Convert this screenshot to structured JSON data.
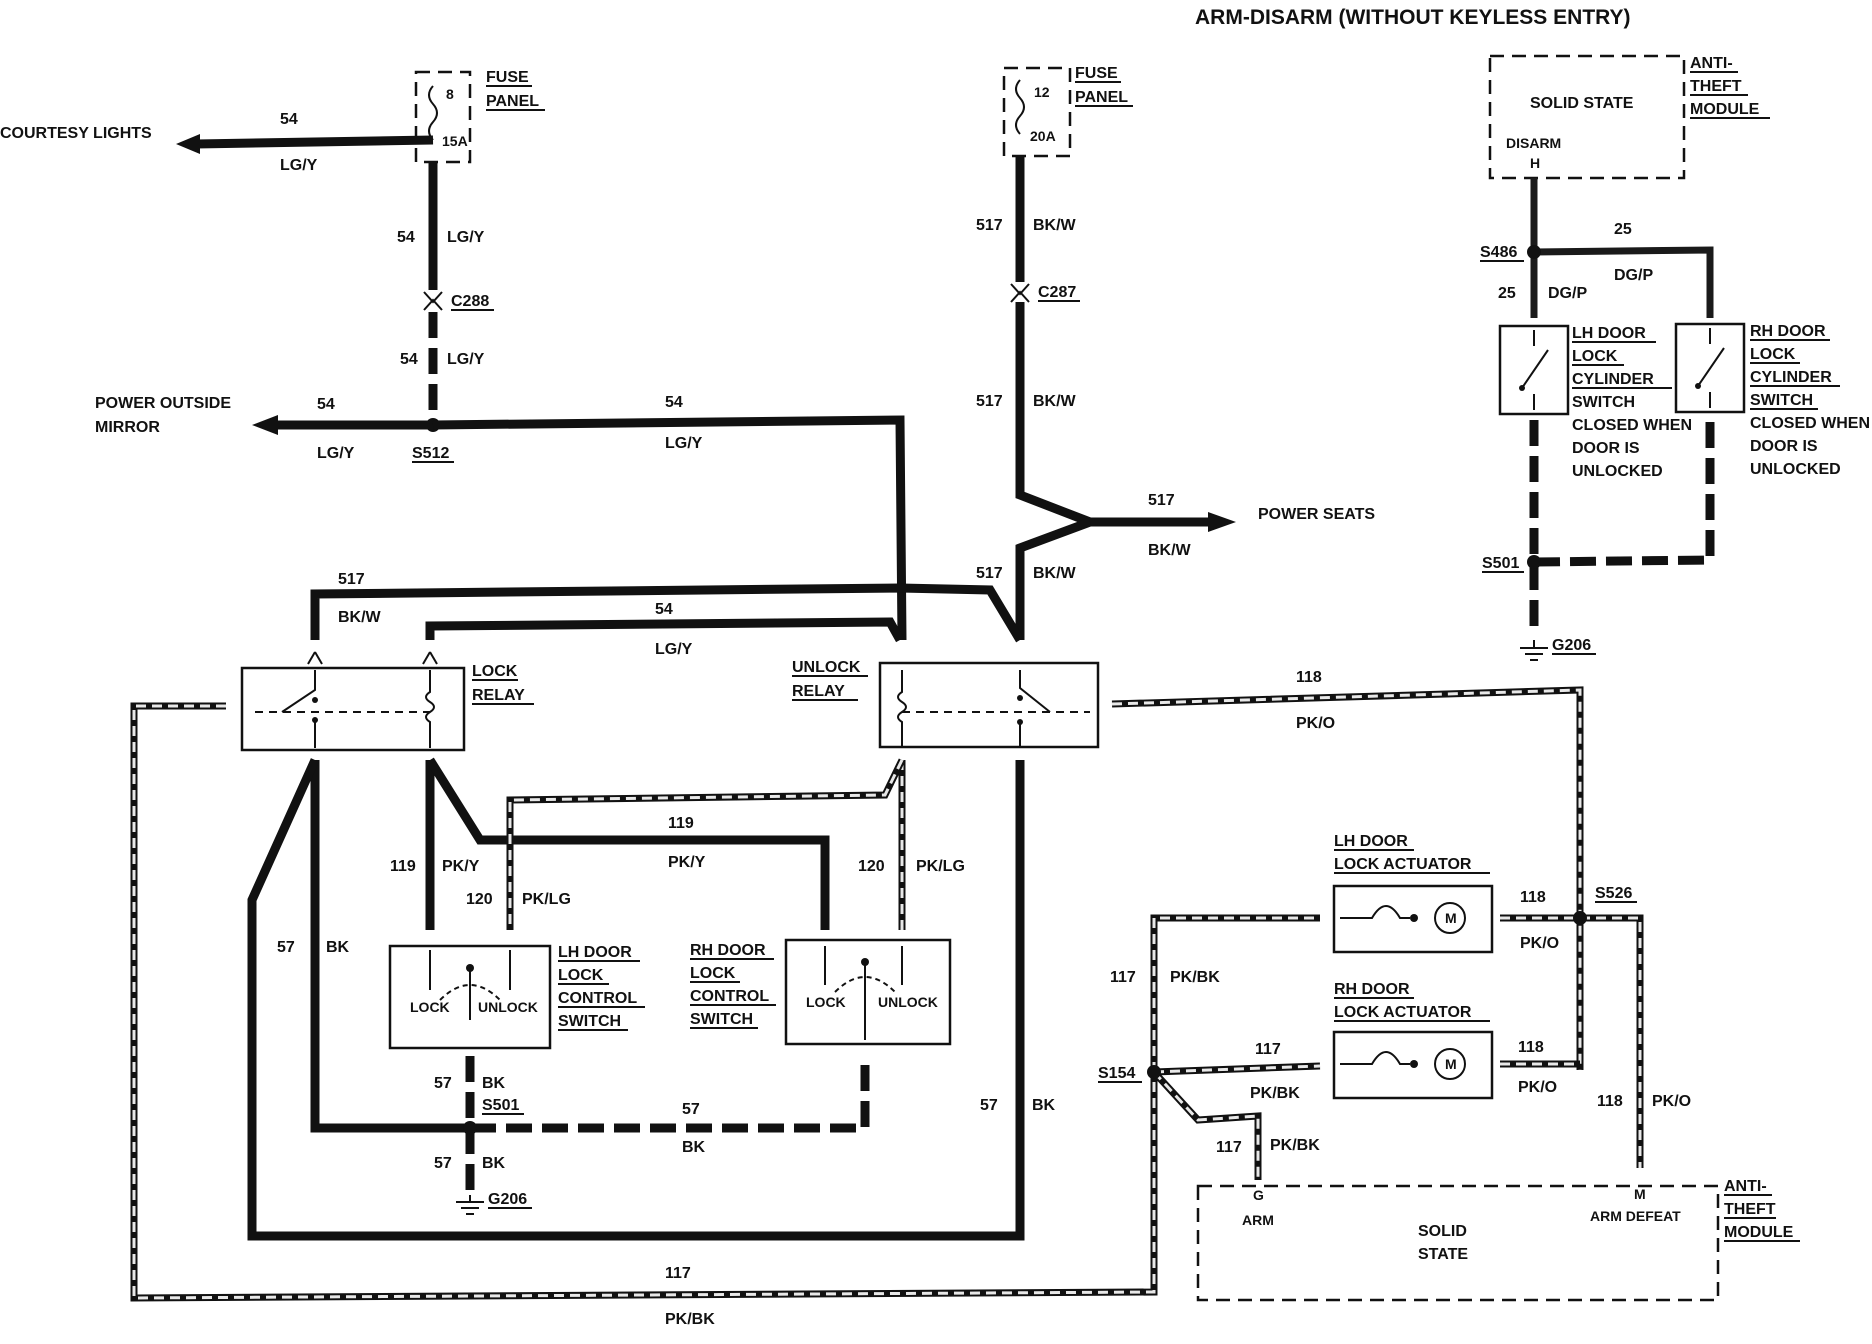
{
  "title": "ARM-DISARM (WITHOUT KEYLESS ENTRY)",
  "fuse_panel_left": {
    "label1": "FUSE",
    "label2": "PANEL",
    "fuse_no": "8",
    "rating": "15A"
  },
  "fuse_panel_center": {
    "label1": "FUSE",
    "label2": "PANEL",
    "fuse_no": "12",
    "rating": "20A"
  },
  "destinations": {
    "courtesy_lights": "COURTESY LIGHTS",
    "power_outside_mirror_1": "POWER OUTSIDE",
    "power_outside_mirror_2": "MIRROR",
    "power_seats": "POWER SEATS"
  },
  "connectors": {
    "c288": "C288",
    "c287": "C287",
    "s512": "S512",
    "s486": "S486",
    "s501_right": "S501",
    "g206_right": "G206",
    "s501_bottom": "S501",
    "g206_bottom": "G206",
    "s526": "S526",
    "s154": "S154"
  },
  "wires": {
    "c54": "54",
    "lgy": "LG/Y",
    "c517": "517",
    "bkw": "BK/W",
    "c25": "25",
    "dgp": "DG/P",
    "c118": "118",
    "pko": "PK/O",
    "c119": "119",
    "pky": "PK/Y",
    "c120": "120",
    "pklg": "PK/LG",
    "c57": "57",
    "bk": "BK",
    "c117": "117",
    "pkbk": "PK/BK"
  },
  "components": {
    "lock_relay": [
      "LOCK",
      "RELAY"
    ],
    "unlock_relay": [
      "UNLOCK",
      "RELAY"
    ],
    "lh_lock_switch": [
      "LH DOOR",
      "LOCK",
      "CONTROL",
      "SWITCH"
    ],
    "rh_lock_switch": [
      "RH DOOR",
      "LOCK",
      "CONTROL",
      "SWITCH"
    ],
    "switch_lock": "LOCK",
    "switch_unlock": "UNLOCK",
    "lh_actuator": [
      "LH DOOR",
      "LOCK ACTUATOR"
    ],
    "rh_actuator": [
      "RH DOOR",
      "LOCK ACTUATOR"
    ],
    "lh_cylinder": [
      "LH DOOR",
      "LOCK",
      "CYLINDER",
      "SWITCH"
    ],
    "rh_cylinder": [
      "RH DOOR",
      "LOCK",
      "CYLINDER",
      "SWITCH"
    ],
    "cylinder_note": [
      "CLOSED WHEN",
      "DOOR IS",
      "UNLOCKED"
    ],
    "motor": "M"
  },
  "module_top": {
    "body": "SOLID STATE",
    "pin_name": "DISARM",
    "pin": "H",
    "label": [
      "ANTI-",
      "THEFT",
      "MODULE"
    ]
  },
  "module_bottom": {
    "body": [
      "SOLID",
      "STATE"
    ],
    "pin_g": "G",
    "pin_g_name": "ARM",
    "pin_m": "M",
    "pin_m_name": "ARM DEFEAT",
    "label": [
      "ANTI-",
      "THEFT",
      "MODULE"
    ]
  }
}
